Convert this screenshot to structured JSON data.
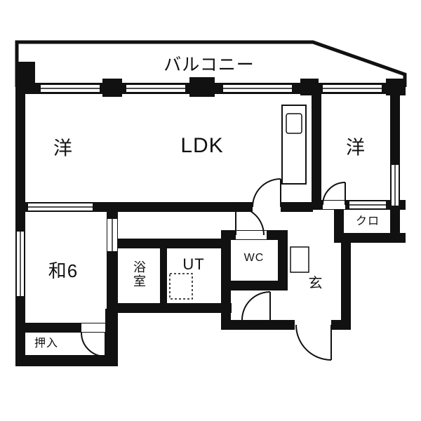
{
  "floor_plan": {
    "labels": {
      "balcony": "バルコニー",
      "western_room_left": "洋",
      "ldk": "LDK",
      "western_room_right": "洋",
      "closet": "クロ",
      "japanese_room": "和6",
      "bathroom": "浴室",
      "utility": "UT",
      "toilet": "WC",
      "entrance": "玄",
      "storage": "押入"
    },
    "colors": {
      "wall": "#111111",
      "background": "#ffffff",
      "line": "#111111"
    }
  }
}
